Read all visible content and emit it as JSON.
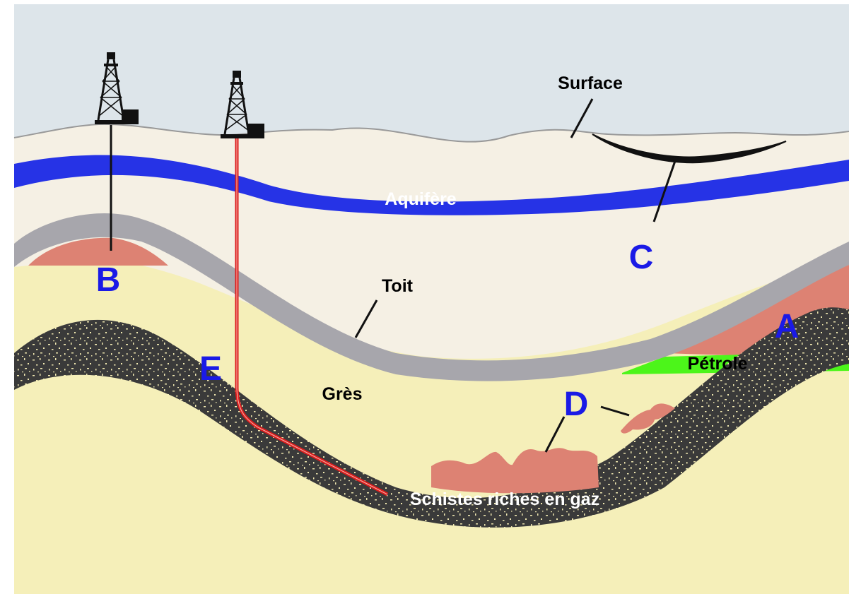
{
  "labels": {
    "surface": "Surface",
    "aquifer": "Aquifère",
    "caprock": "Toit",
    "sandstone": "Grès",
    "oil": "Pétrole",
    "shale": "Schistes riches en gaz"
  },
  "markers": {
    "a": "A",
    "b": "B",
    "c": "C",
    "d": "D",
    "e": "E"
  },
  "colors": {
    "sky": "#dde5ea",
    "upper_rock": "#f5f0e4",
    "sandstone": "#f5efb9",
    "aquifer": "#2633e6",
    "caprock": "#a7a6ac",
    "gas": "#dd8273",
    "oil": "#4cf51a",
    "shale": "#3a3a3a",
    "well_pipe": "#dd1c1c",
    "marker": "#1a1ae6"
  }
}
